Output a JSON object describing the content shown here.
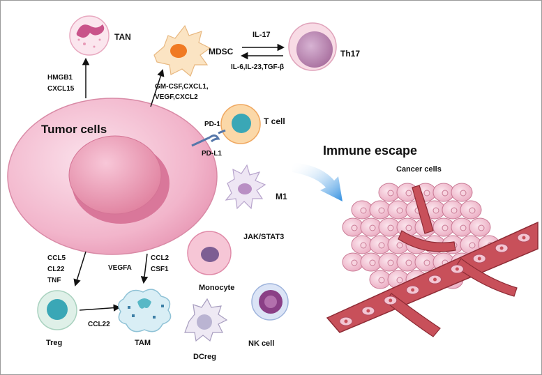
{
  "labels": {
    "tan": "TAN",
    "hmgb1": "HMGB1",
    "cxcl15": "CXCL15",
    "mdsc": "MDSC",
    "il17": "IL-17",
    "th17": "Th17",
    "il6": "IL-6,IL-23,TGF-β",
    "gmcsf": "GM-CSF,CXCL1,",
    "vegf_cxcl2": "VEGF,CXCL2",
    "tumor_cells": "Tumor cells",
    "pd1": "PD-1",
    "tcell": "T cell",
    "pdl1": "PD-L1",
    "immune_escape": "Immune escape",
    "cancer_cells": "Cancer cells",
    "m1": "M1",
    "jakstat3": "JAK/STAT3",
    "ccl5": "CCL5",
    "cl22": "CL22",
    "tnf": "TNF",
    "vegfa": "VEGFA",
    "ccl2": "CCL2",
    "csf1": "CSF1",
    "monocyte": "Monocyte",
    "treg": "Treg",
    "ccl22": "CCL22",
    "tam": "TAM",
    "dcreg": "DCreg",
    "nkcell": "NK cell"
  },
  "colors": {
    "tumor": "#f2b8cc",
    "nucleus": "#e58aa8",
    "vessel": "#c8505a",
    "arrow_blue": "#4a9de0"
  }
}
